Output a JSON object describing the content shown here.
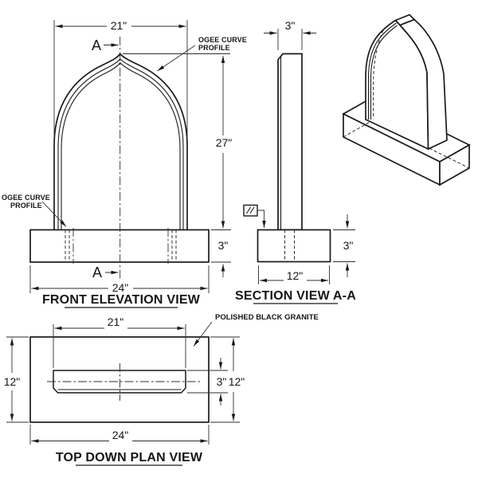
{
  "drawing": {
    "line_color": "#1a1a1a",
    "background": "#ffffff",
    "views": {
      "front_elevation": {
        "title": "FRONT ELEVATION VIEW",
        "section_marker_top": "A",
        "section_marker_bottom": "A",
        "dimensions": {
          "slab_width": "21\"",
          "slab_height": "27\"",
          "base_height": "3\"",
          "base_width": "24\""
        },
        "callouts": {
          "ogee_top_line1": "OGEE CURVE",
          "ogee_top_line2": "PROFILE",
          "ogee_left_line1": "OGEE CURVE",
          "ogee_left_line2": "PROFILE"
        }
      },
      "section_view": {
        "title": "SECTION VIEW A-A",
        "dimensions": {
          "slab_thickness": "3\"",
          "base_height": "3\"",
          "base_width": "12\""
        }
      },
      "plan_view": {
        "title": "TOP DOWN PLAN VIEW",
        "material_callout": "POLISHED BLACK GRANITE",
        "dimensions": {
          "slab_width": "21\"",
          "base_depth_left": "12\"",
          "slab_thickness": "3\"",
          "base_depth_right": "12\"",
          "base_width": "24\""
        }
      }
    }
  }
}
